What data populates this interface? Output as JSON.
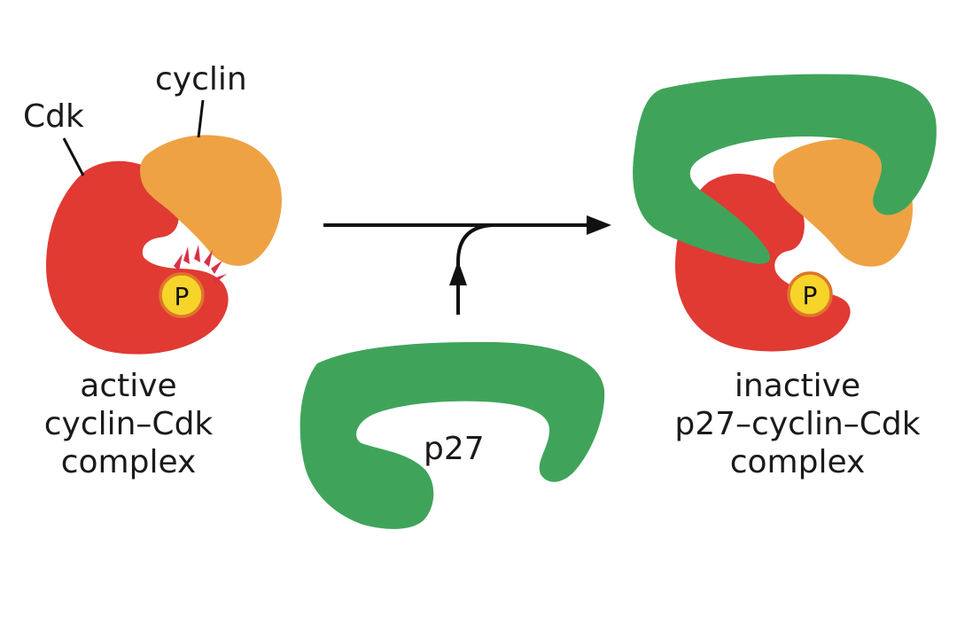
{
  "left_complex": {
    "cyclin_label": "cyclin",
    "cdk_label": "Cdk",
    "phosphate_label": "P",
    "caption": [
      "active",
      "cyclin–Cdk",
      "complex"
    ]
  },
  "inhibitor": {
    "label": "p27"
  },
  "right_complex": {
    "phosphate_label": "P",
    "caption": [
      "inactive",
      "p27–cyclin–Cdk",
      "complex"
    ]
  },
  "colors": {
    "cdk": "#e03a33",
    "cyclin": "#eea243",
    "p27": "#3fa45a",
    "phosphate_fill": "#f6d42a",
    "phosphate_stroke": "#e0752a",
    "activity_spikes": "#d9304a",
    "arrow": "#111111"
  }
}
